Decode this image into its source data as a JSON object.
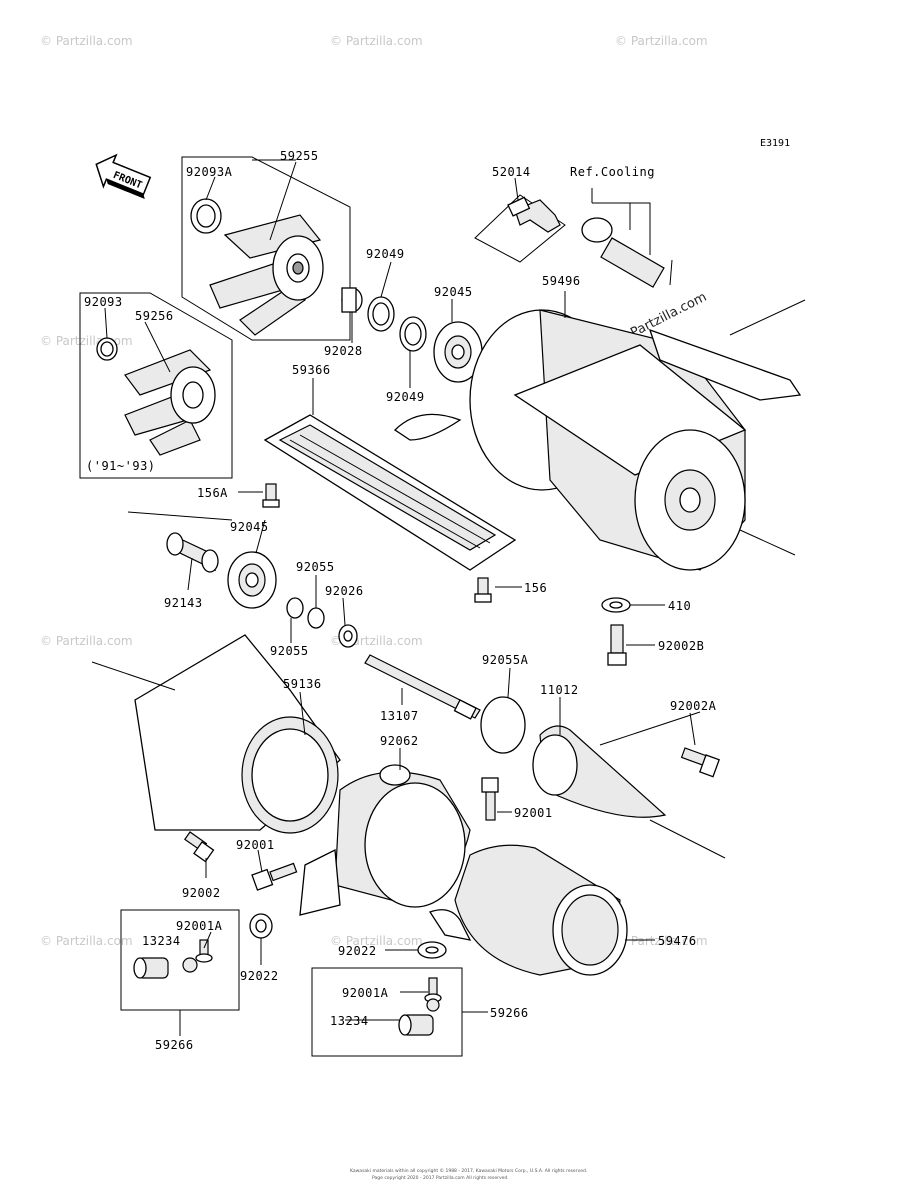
{
  "diagram": {
    "code": "E3191",
    "front_label": "FRONT",
    "ref_label": "Ref.Cooling",
    "years_label": "('91~'93)",
    "watermark_text": "© Partzilla.com",
    "copyright_line1": "Kawasaki materials within all copyright © 1988 - 2017, Kawasaki Motors Corp., U.S.A. All rights reserved.",
    "copyright_line2": "Page copyright 2020 - 2017 Partzilla.com All rights reserved."
  },
  "parts": [
    "59255",
    "92093A",
    "92093",
    "59256",
    "92049",
    "92045",
    "92028",
    "92049",
    "52014",
    "59496",
    "59366",
    "156A",
    "92045",
    "92143",
    "92055",
    "92026",
    "156",
    "410",
    "92002B",
    "92055",
    "59136",
    "13107",
    "92055A",
    "11012",
    "92002A",
    "92062",
    "92001",
    "92002",
    "92001",
    "92001A",
    "13234",
    "92022",
    "92022",
    "59476",
    "92001A",
    "59266",
    "13234",
    "59266"
  ]
}
